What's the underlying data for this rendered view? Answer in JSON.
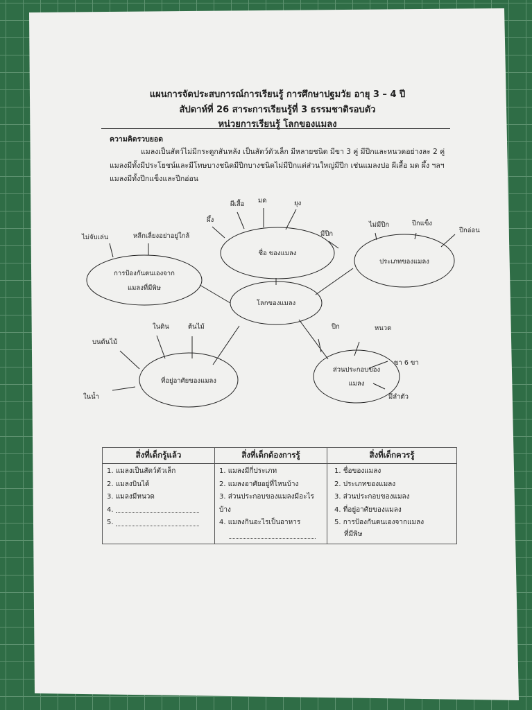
{
  "header": {
    "line1": "แผนการจัดประสบการณ์การเรียนรู้ การศึกษาปฐมวัย  อายุ 3 – 4 ปี",
    "line2": "สัปดาห์ที่  26  สาระการเรียนรู้ที่ 3  ธรรมชาติรอบตัว",
    "line3": "หน่วยการเรียนรู้  โลกของแมลง"
  },
  "concept": {
    "heading": "ความคิดรวบยอด",
    "text": "แมลงเป็นสัตว์ไม่มีกระดูกสันหลัง เป็นสัตว์ตัวเล็ก มีหลายชนิด มีขา 3 คู่ มีปีกและหนวดอย่างละ 2 คู่  แมลงมีทั้งมีประโยชน์และมีโทษบางชนิดมีปีกบางชนิดไม่มีปีกแต่ส่วนใหญ่มีปีก เช่นแมลงปอ ผีเสื้อ มด ผึ้ง ฯลฯ แมลงมีทั้งปีกแข็งและปีกอ่อน"
  },
  "mindmap": {
    "center": "โลกของแมลง",
    "names": {
      "label": "ชื่อ  ของแมลง",
      "items": [
        "ผึ้ง",
        "ผีเสื้อ",
        "มด",
        "ยุง"
      ]
    },
    "types": {
      "label": "ประเภทของแมลง",
      "items": [
        "มีปีก",
        "ไม่มีปีก",
        "ปีกแข็ง",
        "ปีกอ่อน"
      ]
    },
    "protection": {
      "label1": "การป้องกันตนเองจาก",
      "label2": "แมลงที่มีพิษ",
      "items": [
        "ไม่จับเล่น",
        "หลีกเลี่ยงอย่าอยู่ใกล้"
      ]
    },
    "habitat": {
      "label": "ที่อยู่อาศัยของแมลง",
      "items": [
        "บนต้นไม้",
        "ในดิน",
        "ต้นไม้",
        "ในน้ำ"
      ]
    },
    "parts": {
      "label1": "ส่วนประกอบของ",
      "label2": "แมลง",
      "items": [
        "ปีก",
        "หนวด",
        "ขา 6 ขา",
        "มีลำตัว"
      ]
    }
  },
  "table": {
    "headers": [
      "สิ่งที่เด็กรู้แล้ว",
      "สิ่งที่เด็กต้องการรู้",
      "สิ่งที่เด็กควรรู้"
    ],
    "col1": [
      "1.  แมลงเป็นสัตว์ตัวเล็ก",
      "2.  แมลงบินได้",
      "3.  แมลงมีหนวด",
      "4.",
      "5."
    ],
    "col2": [
      "1.  แมลงมีกี่ประเภท",
      "2.  แมลงอาศัยอยู่ที่ไหนบ้าง",
      "3.  ส่วนประกอบของแมลงมีอะไรบ้าง",
      "4.  แมลงกินอะไรเป็นอาหาร"
    ],
    "col3": [
      "1.  ชื่อของแมลง",
      "2.  ประเภทของแมลง",
      "3.  ส่วนประกอบของแมลง",
      "4.  ที่อยู่อาศัยของแมลง",
      "5.  การป้องกันตนเองจากแมลง",
      "ที่มีพิษ"
    ]
  }
}
